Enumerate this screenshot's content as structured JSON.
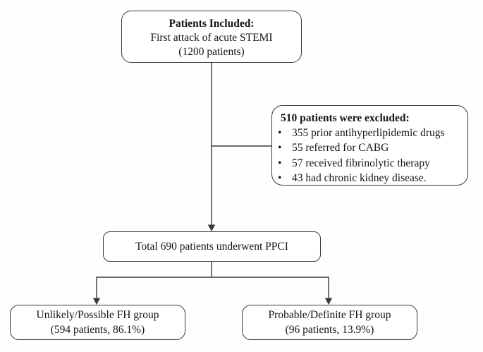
{
  "flowchart": {
    "included_box": {
      "title": "Patients Included:",
      "line2": "First attack of acute STEMI",
      "line3": "(1200 patients)"
    },
    "excluded_box": {
      "title": "510 patients were excluded:",
      "bullet": "•",
      "items": [
        "355 prior antihyperlipidemic drugs",
        "55 referred for CABG",
        "57 received fibrinolytic therapy",
        "43 had chronic kidney disease."
      ]
    },
    "ppci_box": {
      "label": "Total 690 patients underwent PPCI"
    },
    "group_left_box": {
      "line1": "Unlikely/Possible FH group",
      "line2": "(594 patients, 86.1%)"
    },
    "group_right_box": {
      "line1": "Probable/Definite FH group",
      "line2": "(96 patients, 13.9%)"
    }
  },
  "colors": {
    "ink": "#3a3a3a",
    "background": "#fefefe",
    "box_fill": "#ffffff",
    "text": "#141414"
  }
}
